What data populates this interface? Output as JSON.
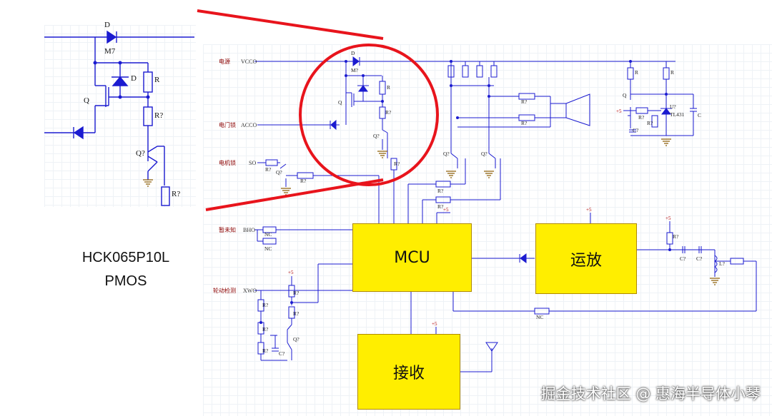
{
  "zoom_caption": {
    "line1": "HCK065P10L",
    "line2": "PMOS"
  },
  "blocks": {
    "mcu": "MCU",
    "amp": "运放",
    "receiver": "接收"
  },
  "watermark": "掘金技术社区 @ 惠海半导体小琴",
  "zoom_labels": {
    "d_top": "D",
    "m7": "M7",
    "d_zener": "D",
    "r1": "R",
    "q": "Q",
    "r2": "R?",
    "q2": "Q?",
    "r3": "R?"
  },
  "inputs": {
    "power_cn": "电源",
    "power_net": "VCCO",
    "door_cn": "电门锁",
    "door_net": "ACCO",
    "motor_cn": "电机锁",
    "motor_net": "SO",
    "alarm_cn": "暂未知",
    "alarm_net": "BHO",
    "wheel_cn": "轮动检测",
    "wheel_net": "XWO"
  },
  "main_labels": {
    "d": "D",
    "m": "M?",
    "r": "R",
    "q": "Q",
    "rq": "R?",
    "qq": "Q?",
    "nc": "NC",
    "plus5": "+5",
    "c": "C",
    "cq": "C?",
    "u": "U?",
    "tl431": "TL431",
    "l": "L?"
  },
  "colors": {
    "wire": "#1b1bd0",
    "component": "#1b1bd0",
    "highlight": "#e8141c",
    "label": "#8b0000",
    "block": "#ffee00"
  }
}
